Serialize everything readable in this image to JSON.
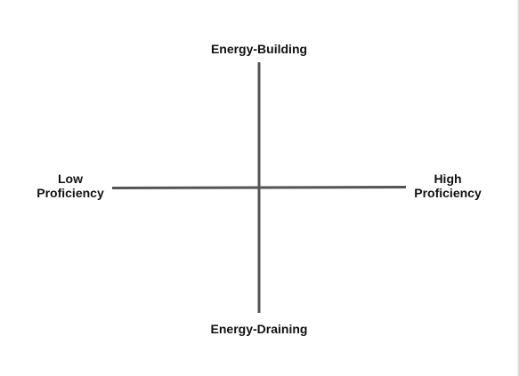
{
  "diagram": {
    "labels": {
      "top": "Energy-Building",
      "bottom": "Energy-Draining",
      "left_line1": "Low",
      "left_line2": "Proficiency",
      "right_line1": "High",
      "right_line2": "Proficiency"
    },
    "colors": {
      "axis": "#555555",
      "text": "#111111",
      "background": "#ffffff"
    }
  }
}
